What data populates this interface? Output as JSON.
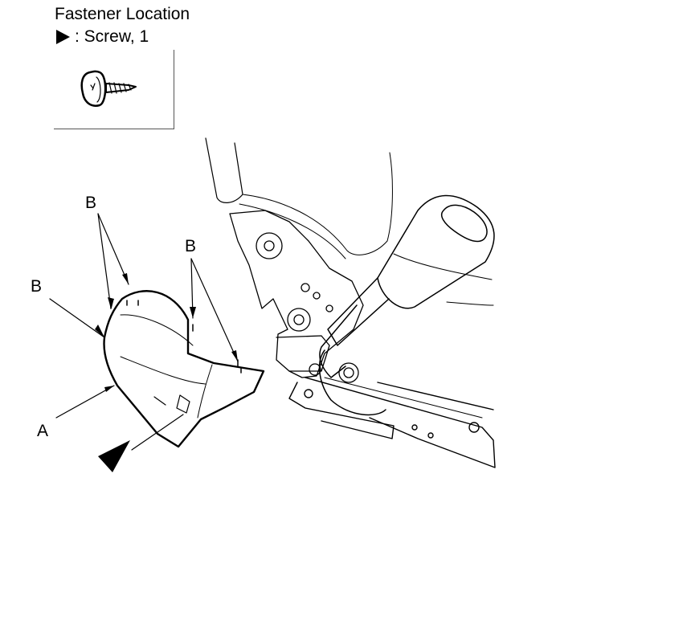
{
  "legend": {
    "title": "Fastener Location",
    "symbol_icon": "right-triangle-icon",
    "item_text": ": Screw, 1"
  },
  "callouts": {
    "b_top_left": "B",
    "b_top_right": "B",
    "b_left": "B",
    "a": "A"
  }
}
